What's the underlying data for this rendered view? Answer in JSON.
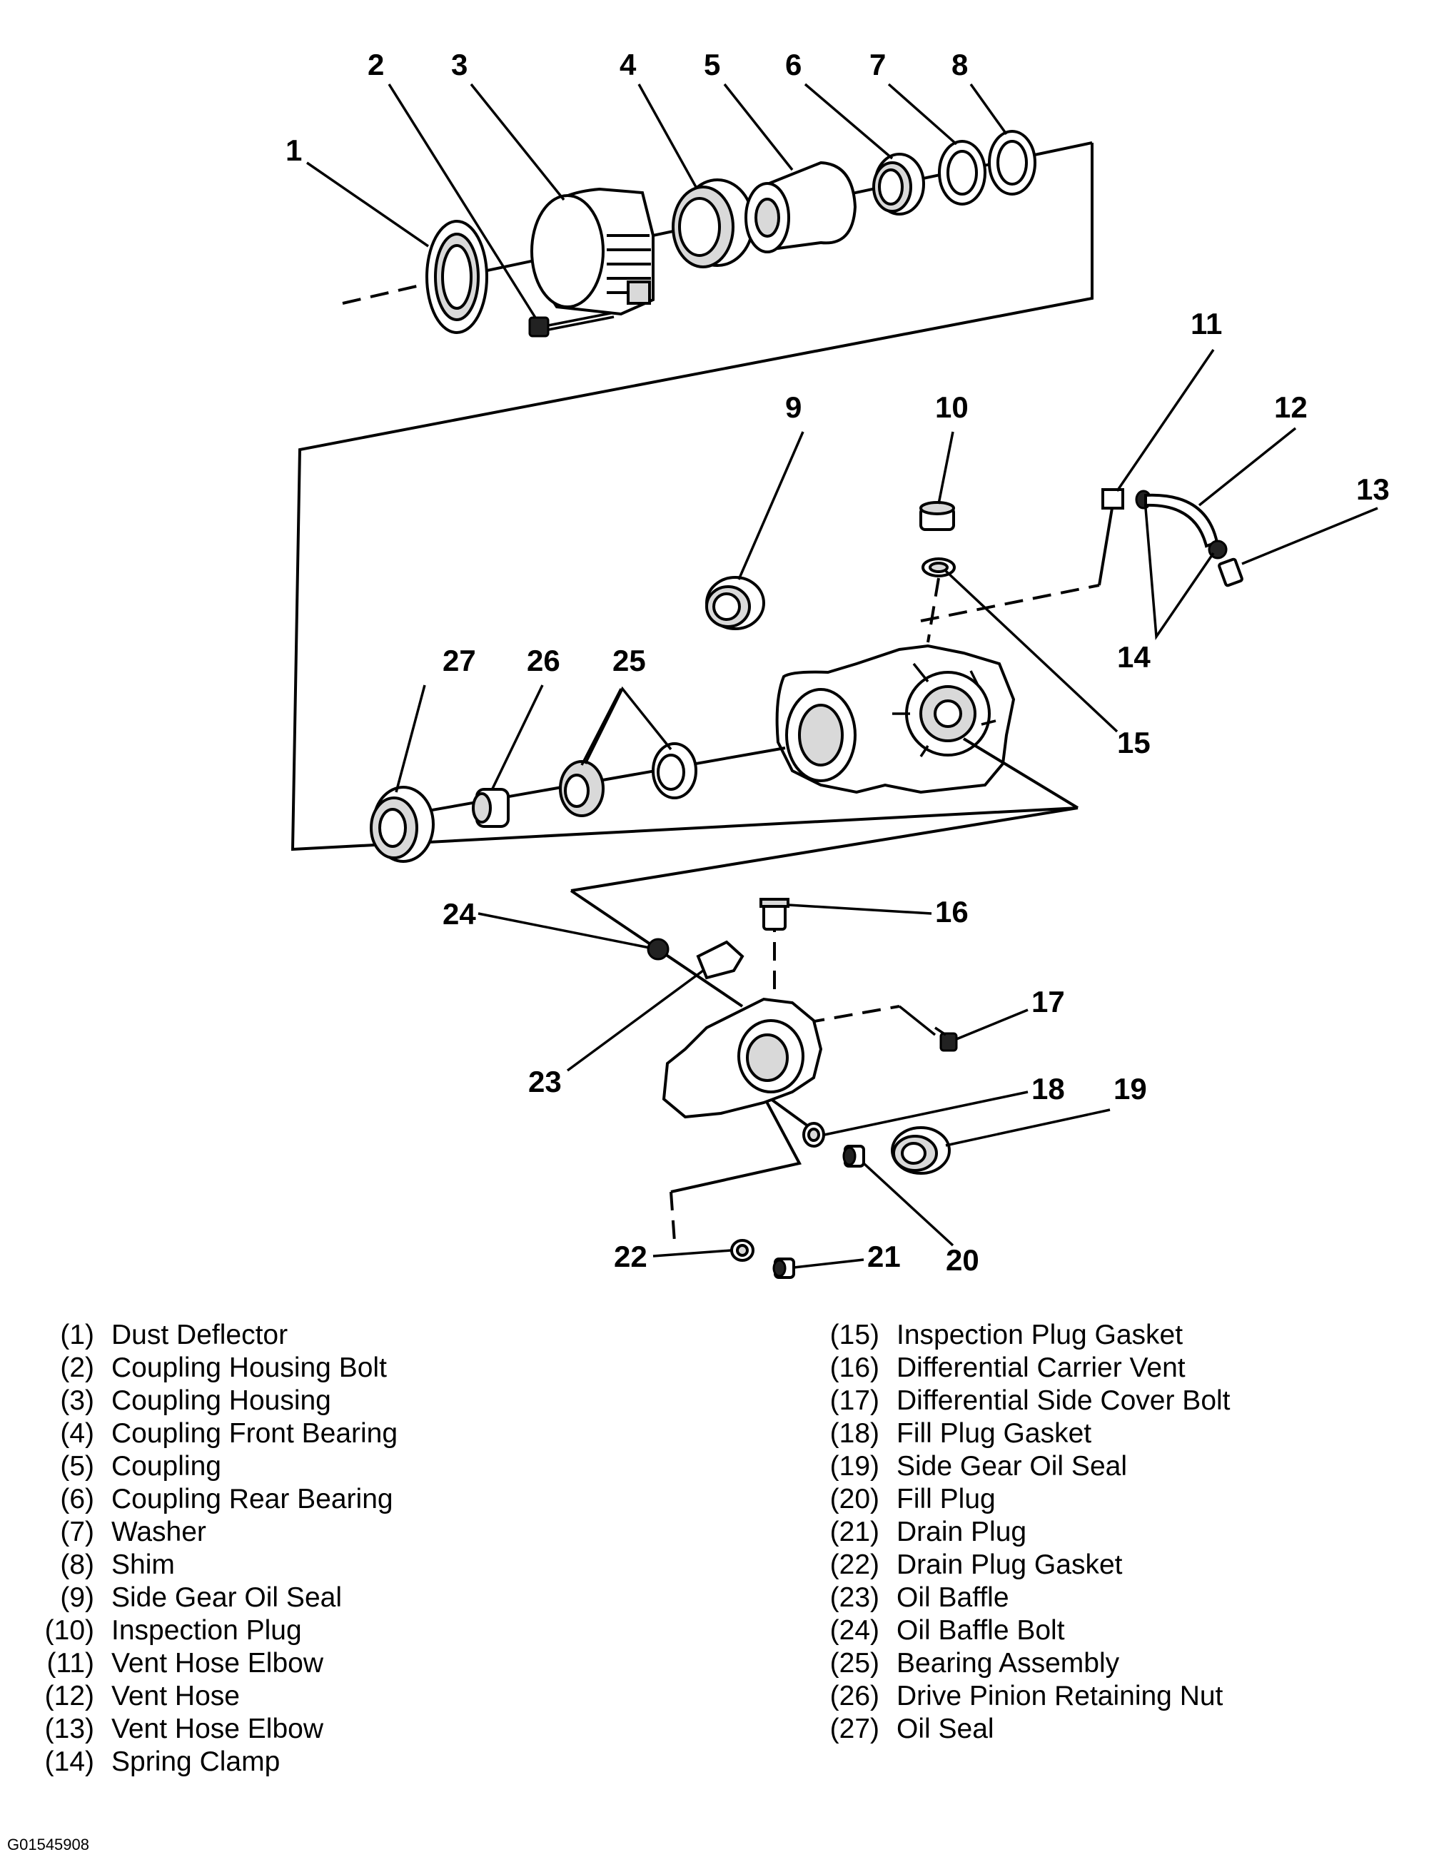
{
  "callouts": [
    "1",
    "2",
    "3",
    "4",
    "5",
    "6",
    "7",
    "8",
    "9",
    "10",
    "11",
    "12",
    "13",
    "14",
    "15",
    "16",
    "17",
    "18",
    "19",
    "20",
    "21",
    "22",
    "23",
    "24",
    "25",
    "26",
    "27"
  ],
  "legend": {
    "left": [
      {
        "num": "(1)",
        "name": "Dust Deflector"
      },
      {
        "num": "(2)",
        "name": "Coupling Housing Bolt"
      },
      {
        "num": "(3)",
        "name": "Coupling Housing"
      },
      {
        "num": "(4)",
        "name": "Coupling Front Bearing"
      },
      {
        "num": "(5)",
        "name": "Coupling"
      },
      {
        "num": "(6)",
        "name": "Coupling Rear Bearing"
      },
      {
        "num": "(7)",
        "name": "Washer"
      },
      {
        "num": "(8)",
        "name": "Shim"
      },
      {
        "num": "(9)",
        "name": "Side Gear Oil Seal"
      },
      {
        "num": "(10)",
        "name": "Inspection Plug"
      },
      {
        "num": "(11)",
        "name": "Vent Hose Elbow"
      },
      {
        "num": "(12)",
        "name": "Vent Hose"
      },
      {
        "num": "(13)",
        "name": "Vent Hose Elbow"
      },
      {
        "num": "(14)",
        "name": "Spring Clamp"
      }
    ],
    "right": [
      {
        "num": "(15)",
        "name": "Inspection Plug Gasket"
      },
      {
        "num": "(16)",
        "name": "Differential Carrier Vent"
      },
      {
        "num": "(17)",
        "name": "Differential Side Cover Bolt"
      },
      {
        "num": "(18)",
        "name": "Fill Plug Gasket"
      },
      {
        "num": "(19)",
        "name": "Side Gear Oil Seal"
      },
      {
        "num": "(20)",
        "name": "Fill Plug"
      },
      {
        "num": "(21)",
        "name": "Drain Plug"
      },
      {
        "num": "(22)",
        "name": "Drain Plug Gasket"
      },
      {
        "num": "(23)",
        "name": "Oil Baffle"
      },
      {
        "num": "(24)",
        "name": "Oil Baffle Bolt"
      },
      {
        "num": "(25)",
        "name": "Bearing Assembly"
      },
      {
        "num": "(26)",
        "name": "Drive Pinion Retaining Nut"
      },
      {
        "num": "(27)",
        "name": "Oil Seal"
      }
    ]
  },
  "figure_id": "G01545908"
}
